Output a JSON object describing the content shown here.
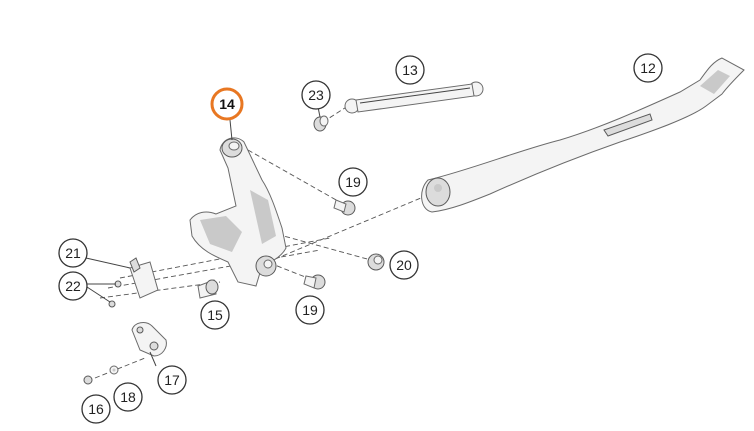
{
  "diagram": {
    "highlight_color": "#e87722",
    "highlighted_callout": "14",
    "callouts": [
      "12",
      "13",
      "14",
      "15",
      "16",
      "17",
      "18",
      "19",
      "19",
      "20",
      "21",
      "22",
      "23"
    ]
  }
}
